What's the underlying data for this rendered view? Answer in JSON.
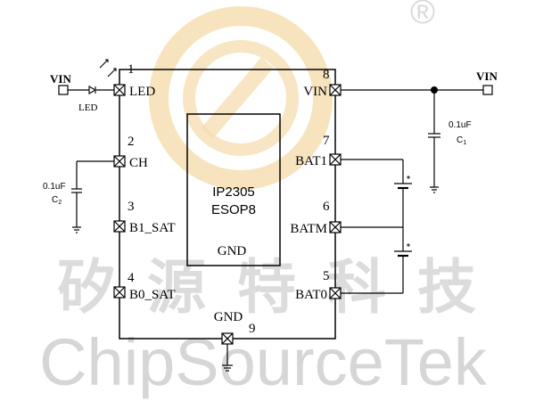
{
  "watermark": {
    "brand_cn": "矽 源 特 科 技",
    "brand_en": "ChipSourceTek",
    "registered": "®",
    "color": "#d9d9d9",
    "logo_color": "#f6dfb4"
  },
  "chip": {
    "part": "IP2305",
    "package": "ESOP8",
    "pad_label": "GND"
  },
  "pins": [
    {
      "num": "1",
      "name": "LED"
    },
    {
      "num": "2",
      "name": "CH"
    },
    {
      "num": "3",
      "name": "B1_SAT"
    },
    {
      "num": "4",
      "name": "B0_SAT"
    },
    {
      "num": "8",
      "name": "VIN"
    },
    {
      "num": "7",
      "name": "BAT1"
    },
    {
      "num": "6",
      "name": "BATM"
    },
    {
      "num": "5",
      "name": "BAT0"
    },
    {
      "num": "9",
      "name": "GND"
    }
  ],
  "components": {
    "vin_left": "VIN",
    "vin_right": "VIN",
    "led_label": "LED",
    "c1_value": "0.1uF",
    "c1_ref": "C",
    "c1_sub": "1",
    "c2_value": "0.1uF",
    "c2_ref": "C",
    "c2_sub": "2"
  },
  "colors": {
    "line": "#000000"
  }
}
